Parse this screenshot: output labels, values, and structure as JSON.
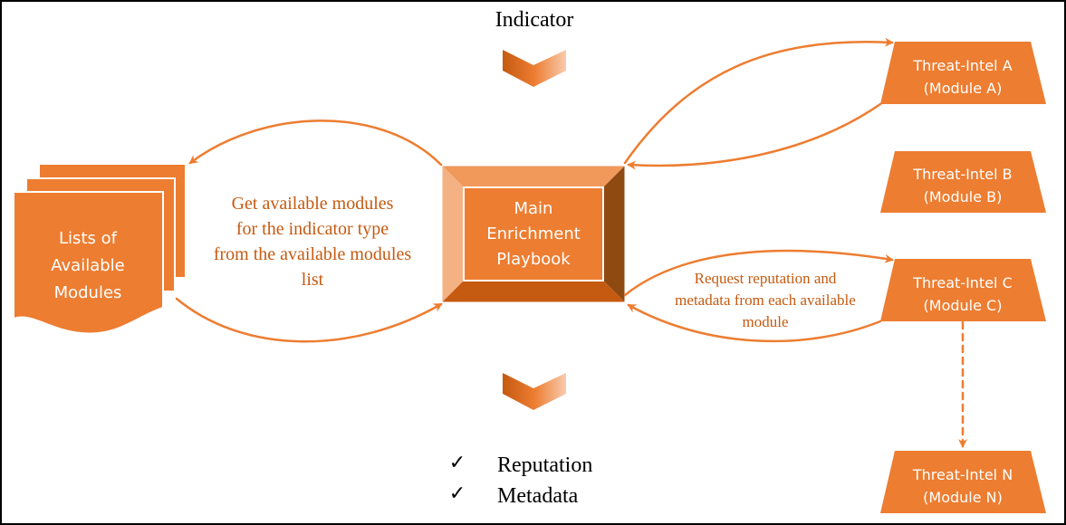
{
  "title": "Indicator",
  "colors": {
    "orange": "#ED7D31",
    "orange_dark": "#C55A11",
    "orange_light": "#F4B183",
    "orange_mid": "#F0995B",
    "brown": "#8F4A12",
    "text_orange": "#C55A11",
    "border": "#000000"
  },
  "left_box": {
    "lines": [
      "Lists of",
      "Available",
      "Modules"
    ]
  },
  "left_annotation": {
    "lines": [
      "Get available modules",
      "for the indicator type",
      "from the available modules",
      "list"
    ]
  },
  "center_box": {
    "lines": [
      "Main",
      "Enrichment",
      "Playbook"
    ]
  },
  "right_annotation": {
    "lines": [
      "Request reputation and",
      "metadata from each available",
      "module"
    ]
  },
  "modules": [
    {
      "line1": "Threat-Intel A",
      "line2": "(Module A)"
    },
    {
      "line1": "Threat-Intel B",
      "line2": "(Module B)"
    },
    {
      "line1": "Threat-Intel C",
      "line2": "(Module C)"
    },
    {
      "line1": "Threat-Intel N",
      "line2": "(Module N)"
    }
  ],
  "outputs": {
    "check_icon": "check-mark-icon",
    "items": [
      "Reputation",
      "Metadata"
    ],
    "check_glyph": "✓"
  }
}
